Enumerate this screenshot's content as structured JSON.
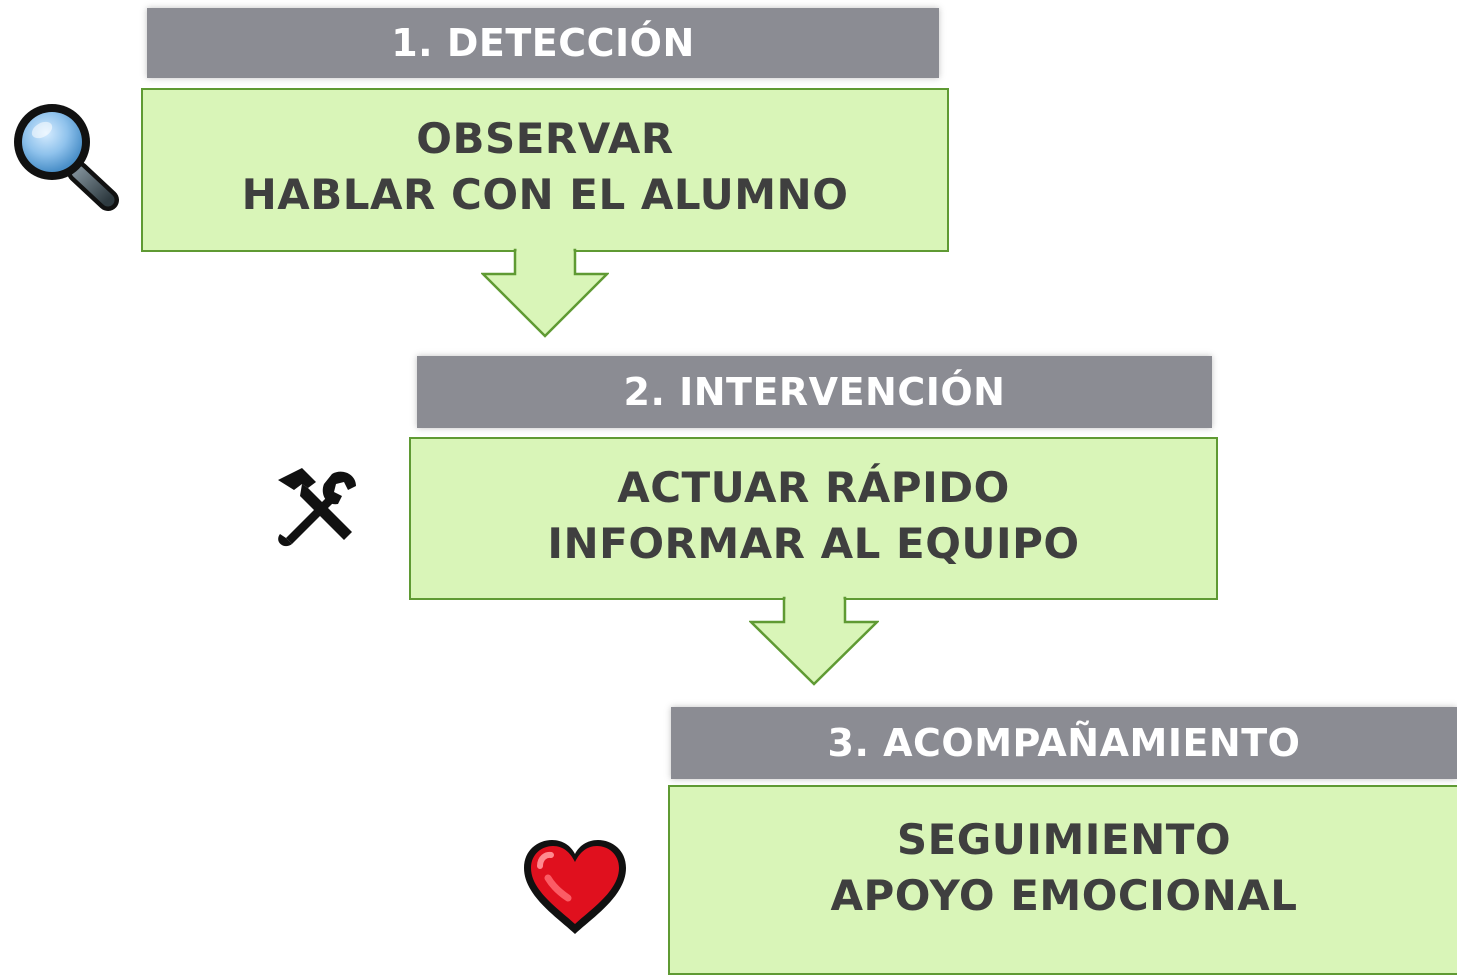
{
  "stages": [
    {
      "header": "1. DETECCIÓN",
      "line1": "OBSERVAR",
      "line2": "HABLAR CON EL ALUMNO",
      "icon": "magnifying-glass-icon"
    },
    {
      "header": "2. INTERVENCIÓN",
      "line1": "ACTUAR RÁPIDO",
      "line2": "INFORMAR AL EQUIPO",
      "icon": "hammer-wrench-icon"
    },
    {
      "header": "3. ACOMPAÑAMIENTO",
      "line1": "SEGUIMIENTO",
      "line2": "APOYO EMOCIONAL",
      "icon": "heart-icon"
    }
  ],
  "colors": {
    "header_bg": "#8b8c93",
    "box_bg": "#d9f5b8",
    "box_border": "#5f9a33",
    "text_dark": "#3f3f3f",
    "heart": "#e0101e"
  }
}
